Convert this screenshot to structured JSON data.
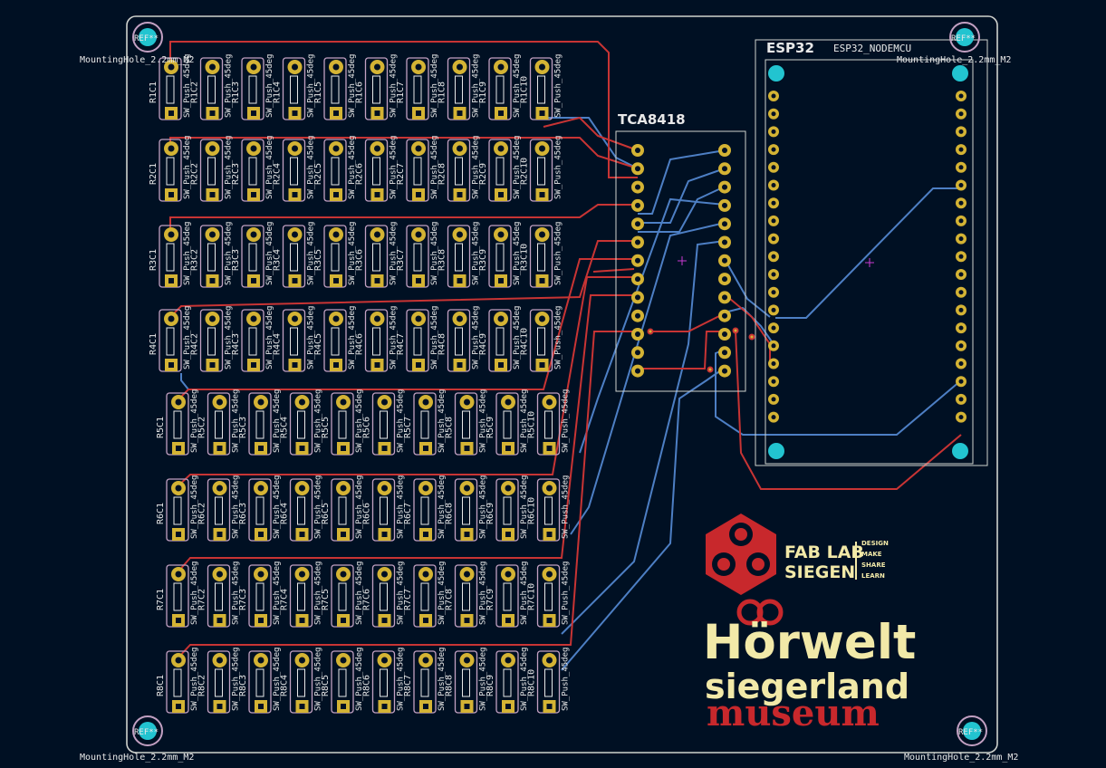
{
  "board": {
    "grid": {
      "rows": 8,
      "cols": 10
    },
    "row_labels": [
      "R1",
      "R2",
      "R3",
      "R4",
      "R5",
      "R6",
      "R7",
      "R8"
    ],
    "col_labels": [
      "C1",
      "C2",
      "C3",
      "C4",
      "C5",
      "C6",
      "C7",
      "C8",
      "C9",
      "C10"
    ],
    "switch_value": "SW_Push_45deg",
    "colors": {
      "background": "#001023",
      "outline": "#d0d2cd",
      "front_copper": "#c83434",
      "back_copper": "#4d7fc4",
      "pad": "#d4b334",
      "silkscreen": "#e8e8e8",
      "fab": "#c2a0c2"
    }
  },
  "mounting_holes": {
    "label": "MountingHole_2.2mm_M2",
    "ref": "REF**"
  },
  "tca": {
    "title": "TCA8418"
  },
  "esp32": {
    "title": "ESP32",
    "value": "ESP32_NODEMCU"
  },
  "logos": {
    "fablab_line1": "FAB LAB",
    "fablab_line2": "SIEGEN",
    "fablab_side": [
      "DESIGN",
      "MAKE",
      "SHARE",
      "LEARN"
    ],
    "horwelt": "Hörwelt",
    "siegerland": "siegerland",
    "museum": "museum"
  }
}
